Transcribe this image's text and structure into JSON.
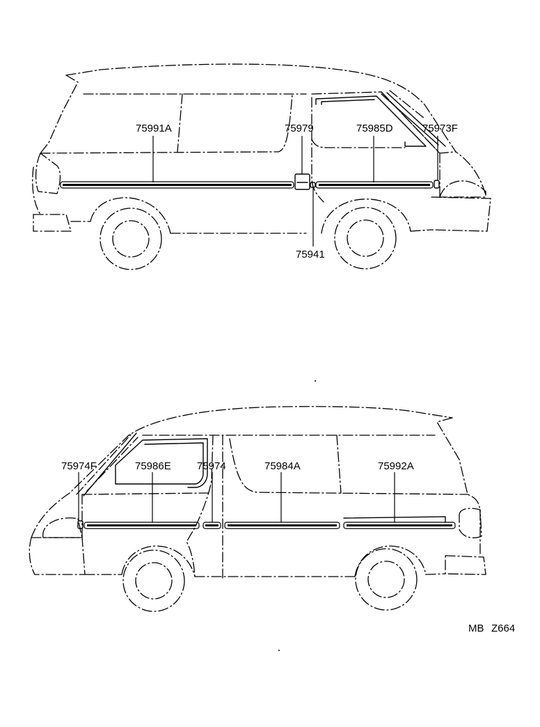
{
  "callouts": {
    "top": {
      "p75991A": "75991A",
      "p75979": "75979",
      "p75985D": "75985D",
      "p75973F": "75973F",
      "p75941": "75941"
    },
    "bottom": {
      "p75974F": "75974F",
      "p75986E": "75986E",
      "p75974": "75974",
      "p75984A": "75984A",
      "p75992A": "75992A"
    }
  },
  "code": {
    "left": "MB",
    "right": "Z664"
  }
}
